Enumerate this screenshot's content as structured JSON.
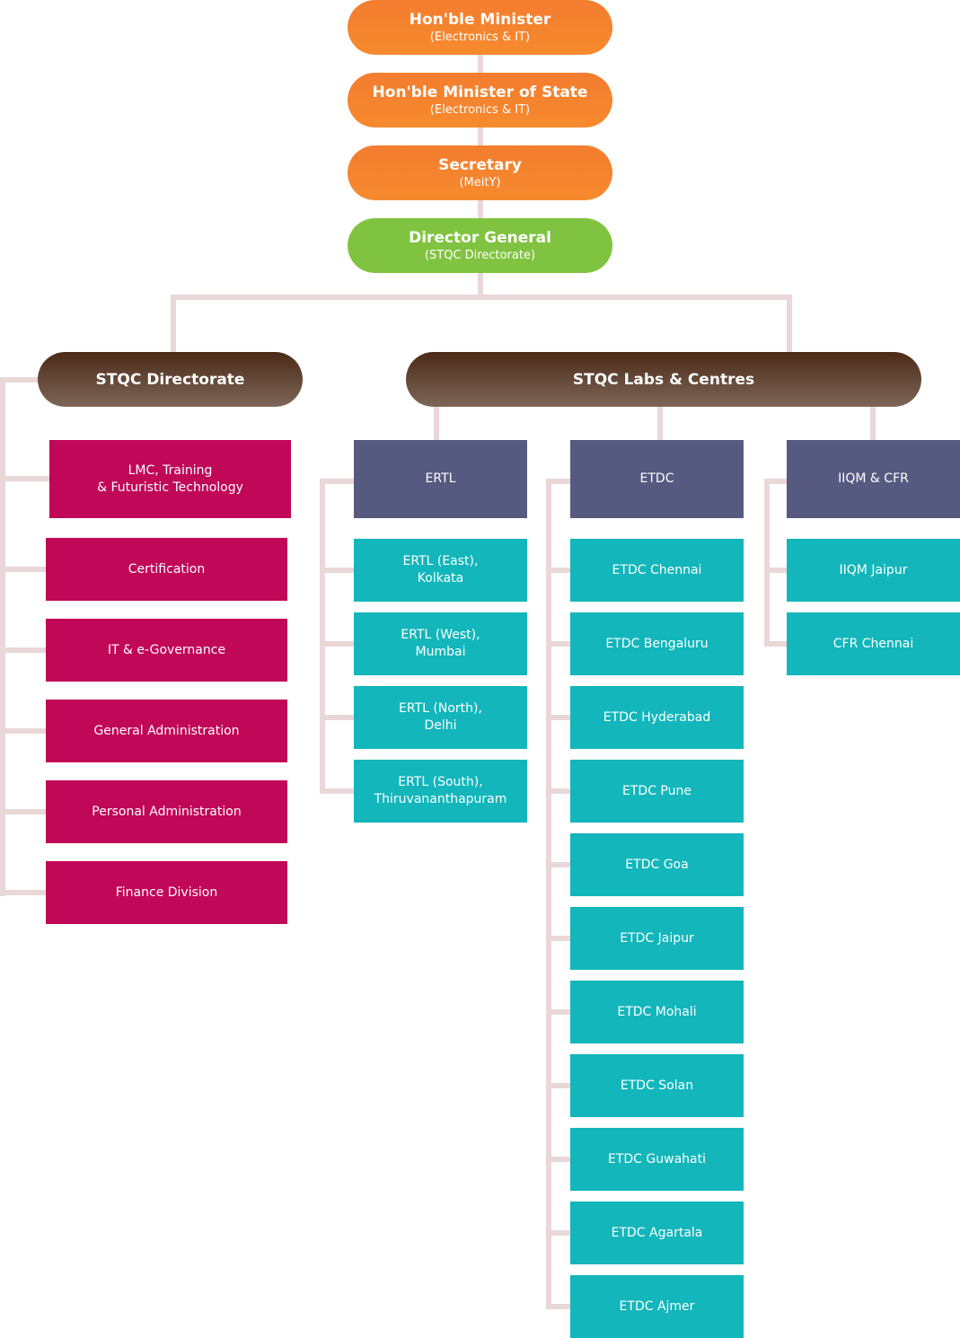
{
  "colors": {
    "connector": "#ead7d8",
    "top_chain": "#f47d2f",
    "director_general": "#80c340",
    "group_header": "#5b3a28",
    "directorate_unit": "#c00758",
    "lab_group": "#575a80",
    "lab_centre": "#12b6bb"
  },
  "top_chain": [
    {
      "title": "Hon'ble Minister",
      "subtitle": "(Electronics & IT)"
    },
    {
      "title": "Hon'ble Minister of State",
      "subtitle": "(Electronics & IT)"
    },
    {
      "title": "Secretary",
      "subtitle": "(MeitY)"
    },
    {
      "title": "Director General",
      "subtitle": "(STQC Directorate)"
    }
  ],
  "directorate": {
    "label": "STQC Directorate",
    "units": [
      "LMC, Training\n& Futuristic Technology",
      "Certification",
      "IT & e-Governance",
      "General Administration",
      "Personal Administration",
      "Finance Division"
    ]
  },
  "labs": {
    "label": "STQC Labs & Centres",
    "groups": [
      {
        "label": "ERTL",
        "centres": [
          "ERTL (East),\nKolkata",
          "ERTL (West),\nMumbai",
          "ERTL (North),\nDelhi",
          "ERTL (South),\nThiruvananthapuram"
        ]
      },
      {
        "label": "ETDC",
        "centres": [
          "ETDC Chennai",
          "ETDC Bengaluru",
          "ETDC Hyderabad",
          "ETDC Pune",
          "ETDC Goa",
          "ETDC Jaipur",
          "ETDC Mohali",
          "ETDC Solan",
          "ETDC Guwahati",
          "ETDC Agartala",
          "ETDC Ajmer"
        ]
      },
      {
        "label": "IIQM & CFR",
        "centres": [
          "IIQM Jaipur",
          "CFR Chennai"
        ]
      }
    ]
  }
}
